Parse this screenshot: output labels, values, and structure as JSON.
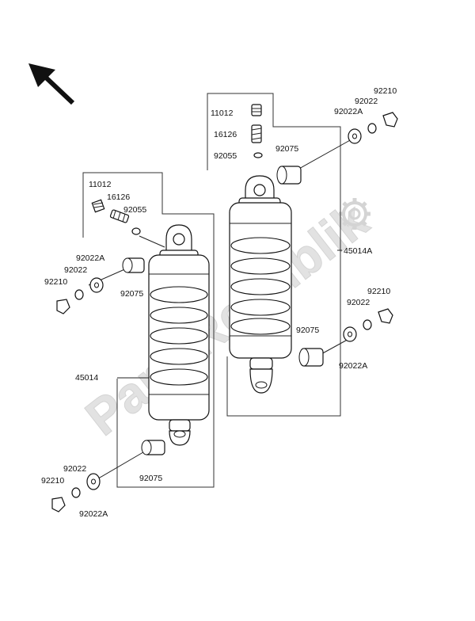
{
  "watermark": {
    "text": "PartsRepublik"
  },
  "labels": {
    "left_11012": "11012",
    "left_16126": "16126",
    "left_92055": "92055",
    "left_92022A_top": "92022A",
    "left_92022_top": "92022",
    "left_92210_top": "92210",
    "left_92075_top": "92075",
    "left_45014": "45014",
    "left_92022_bot": "92022",
    "left_92210_bot": "92210",
    "left_92075_bot": "92075",
    "left_92022A_bot": "92022A",
    "right_11012": "11012",
    "right_16126": "16126",
    "right_92055": "92055",
    "right_92075_top": "92075",
    "right_92210_top": "92210",
    "right_92022_top": "92022",
    "right_92022A_top": "92022A",
    "right_45014A": "45014A",
    "right_92210_bot": "92210",
    "right_92022_bot": "92022",
    "right_92075_bot": "92075",
    "right_92022A_bot": "92022A"
  }
}
